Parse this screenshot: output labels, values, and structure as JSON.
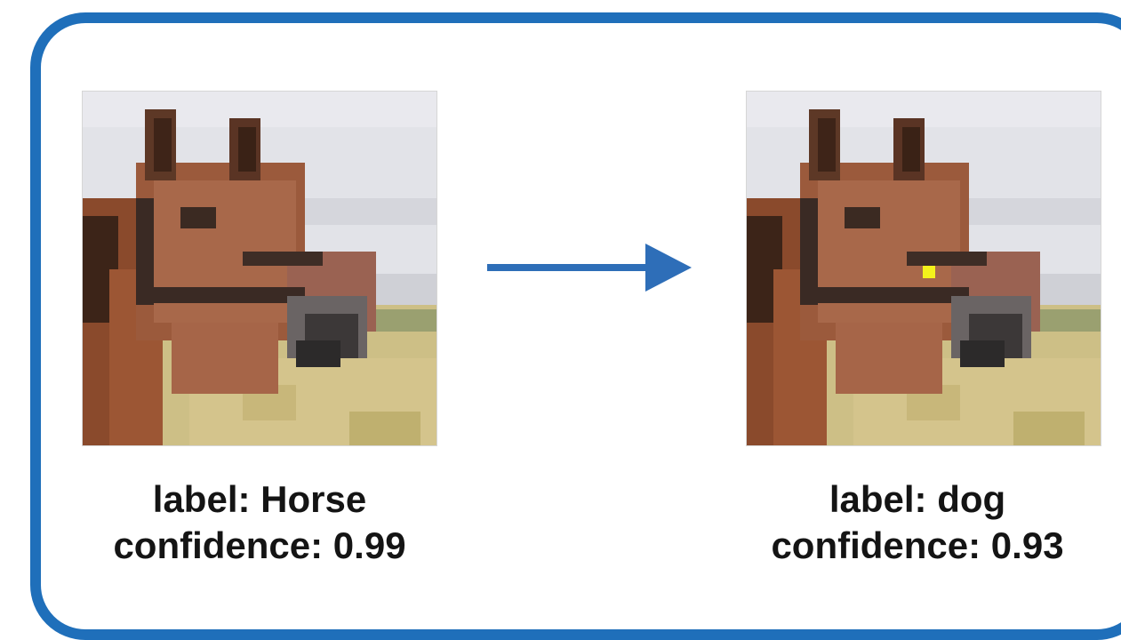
{
  "original": {
    "label_line": "label: Horse",
    "confidence_line": "confidence: 0.99"
  },
  "adversarial": {
    "label_line": "label: dog",
    "confidence_line": "confidence: 0.93"
  },
  "colors": {
    "frame": "#1f6fba",
    "arrow": "#2e6eb8",
    "perturbation_pixel": "#f4f21b",
    "caption_text": "#141414"
  },
  "icons": {
    "transition": "right-arrow-icon"
  }
}
